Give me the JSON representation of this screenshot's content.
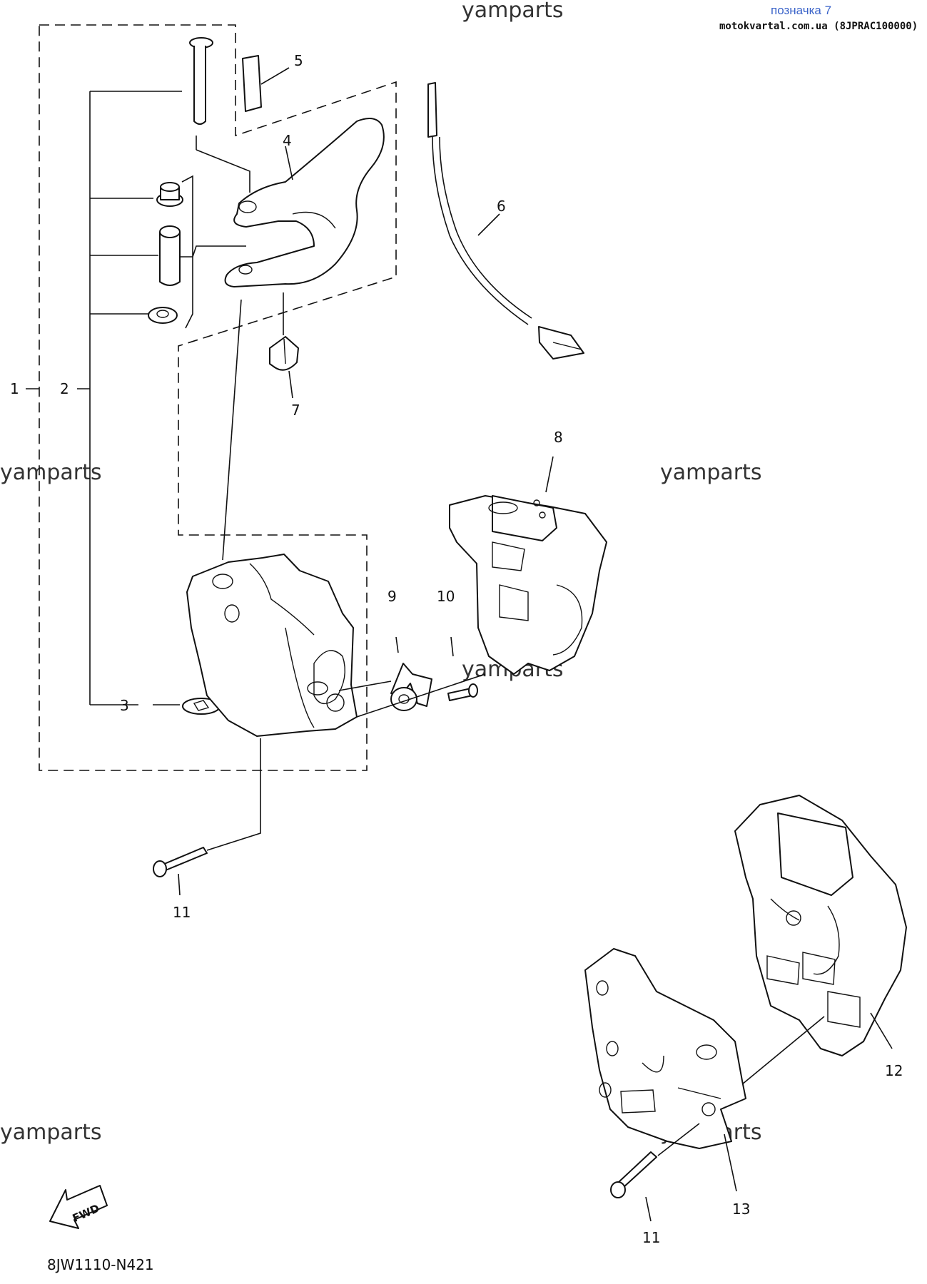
{
  "header": {
    "title": "позначка 7",
    "source": "motokvartal.com.ua (8JPRAC100000)"
  },
  "watermark": "yamparts",
  "diagram_code": "8JW1110-N421",
  "fwd_label": "FWD",
  "callouts": {
    "c1": "1",
    "c2": "2",
    "c3": "3",
    "c4": "4",
    "c5": "5",
    "c6": "6",
    "c7": "7",
    "c8": "8",
    "c9": "9",
    "c10": "10",
    "c11a": "11",
    "c11b": "11",
    "c12": "12",
    "c13": "13"
  },
  "colors": {
    "title": "#3a63c9",
    "ink": "#111111"
  }
}
